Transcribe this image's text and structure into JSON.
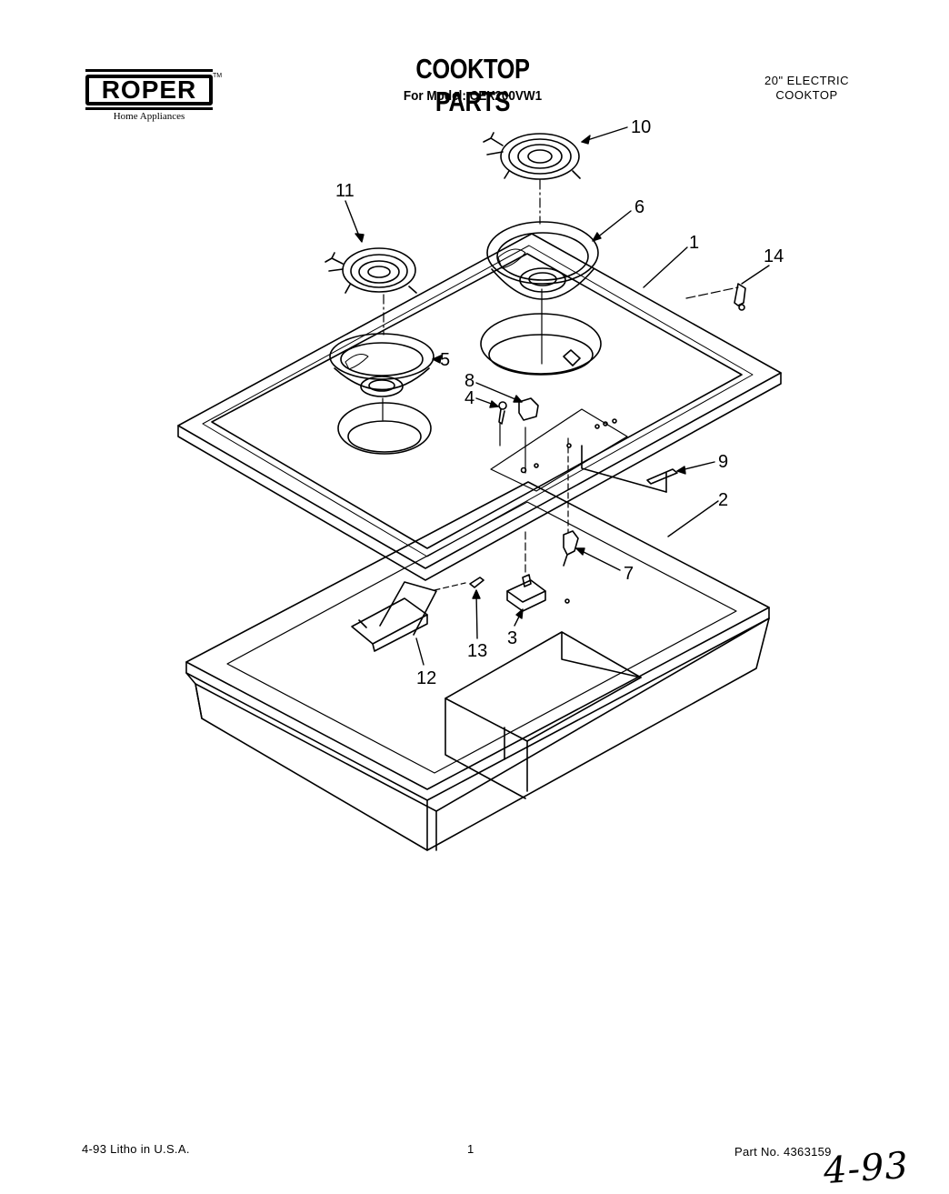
{
  "brand": {
    "name": "ROPER",
    "trademark": "TM",
    "tagline": "Home Appliances"
  },
  "header": {
    "title": "COOKTOP PARTS",
    "model_line": "For Model: CEX200VW1",
    "product_line1": "20\" ELECTRIC",
    "product_line2": "COOKTOP"
  },
  "callouts": [
    "10",
    "11",
    "6",
    "1",
    "14",
    "5",
    "8",
    "4",
    "9",
    "2",
    "7",
    "13",
    "3",
    "12"
  ],
  "footer": {
    "left": "4-93  Litho in U.S.A.",
    "page": "1",
    "part_no": "Part No. 4363159",
    "handwritten_date": "4-93"
  }
}
